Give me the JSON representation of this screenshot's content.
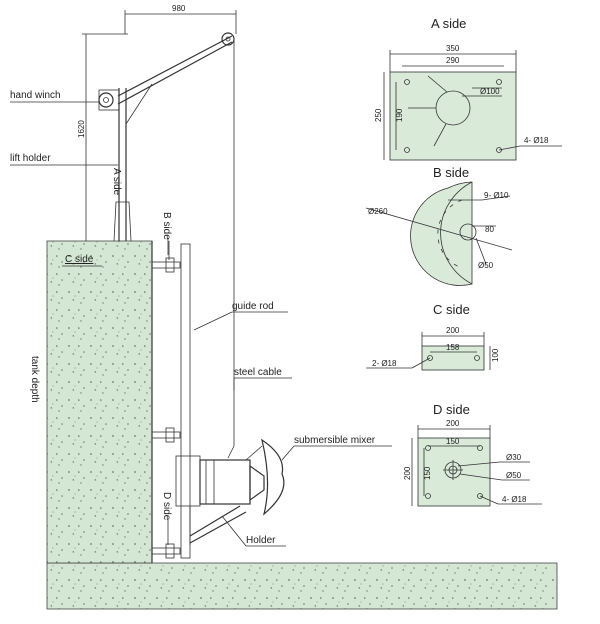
{
  "main_view": {
    "top_dim": "980",
    "height_dim": "1620",
    "labels": {
      "hand_winch": "hand winch",
      "lift_holder": "lift holder",
      "a_side": "A side",
      "b_side": "B side",
      "c_side": "C side",
      "d_side": "D side",
      "guide_rod": "guide rod",
      "steel_cable": "steel cable",
      "submersible_mixer": "submersible mixer",
      "holder": "Holder",
      "tank_depth": "tank depth"
    }
  },
  "a_side": {
    "title": "A side",
    "dims": {
      "width": "350",
      "inner_width": "290",
      "height": "250",
      "inner_height": "190",
      "center_hole": "Ø100",
      "holes": "4- Ø18"
    }
  },
  "b_side": {
    "title": "B side",
    "dims": {
      "radius": "Ø260",
      "holes": "9- Ø10",
      "offset": "80",
      "center_hole": "Ø50"
    }
  },
  "c_side": {
    "title": "C side",
    "dims": {
      "width": "200",
      "inner_width": "158",
      "height": "100",
      "holes": "2- Ø18"
    }
  },
  "d_side": {
    "title": "D side",
    "dims": {
      "width": "200",
      "inner_width": "150",
      "height": "200",
      "inner_height": "150",
      "d30": "Ø30",
      "d50": "Ø50",
      "holes": "4- Ø18"
    }
  },
  "colors": {
    "concrete": "#d4e7d4",
    "plate": "#d9ead9",
    "line": "#333333"
  }
}
